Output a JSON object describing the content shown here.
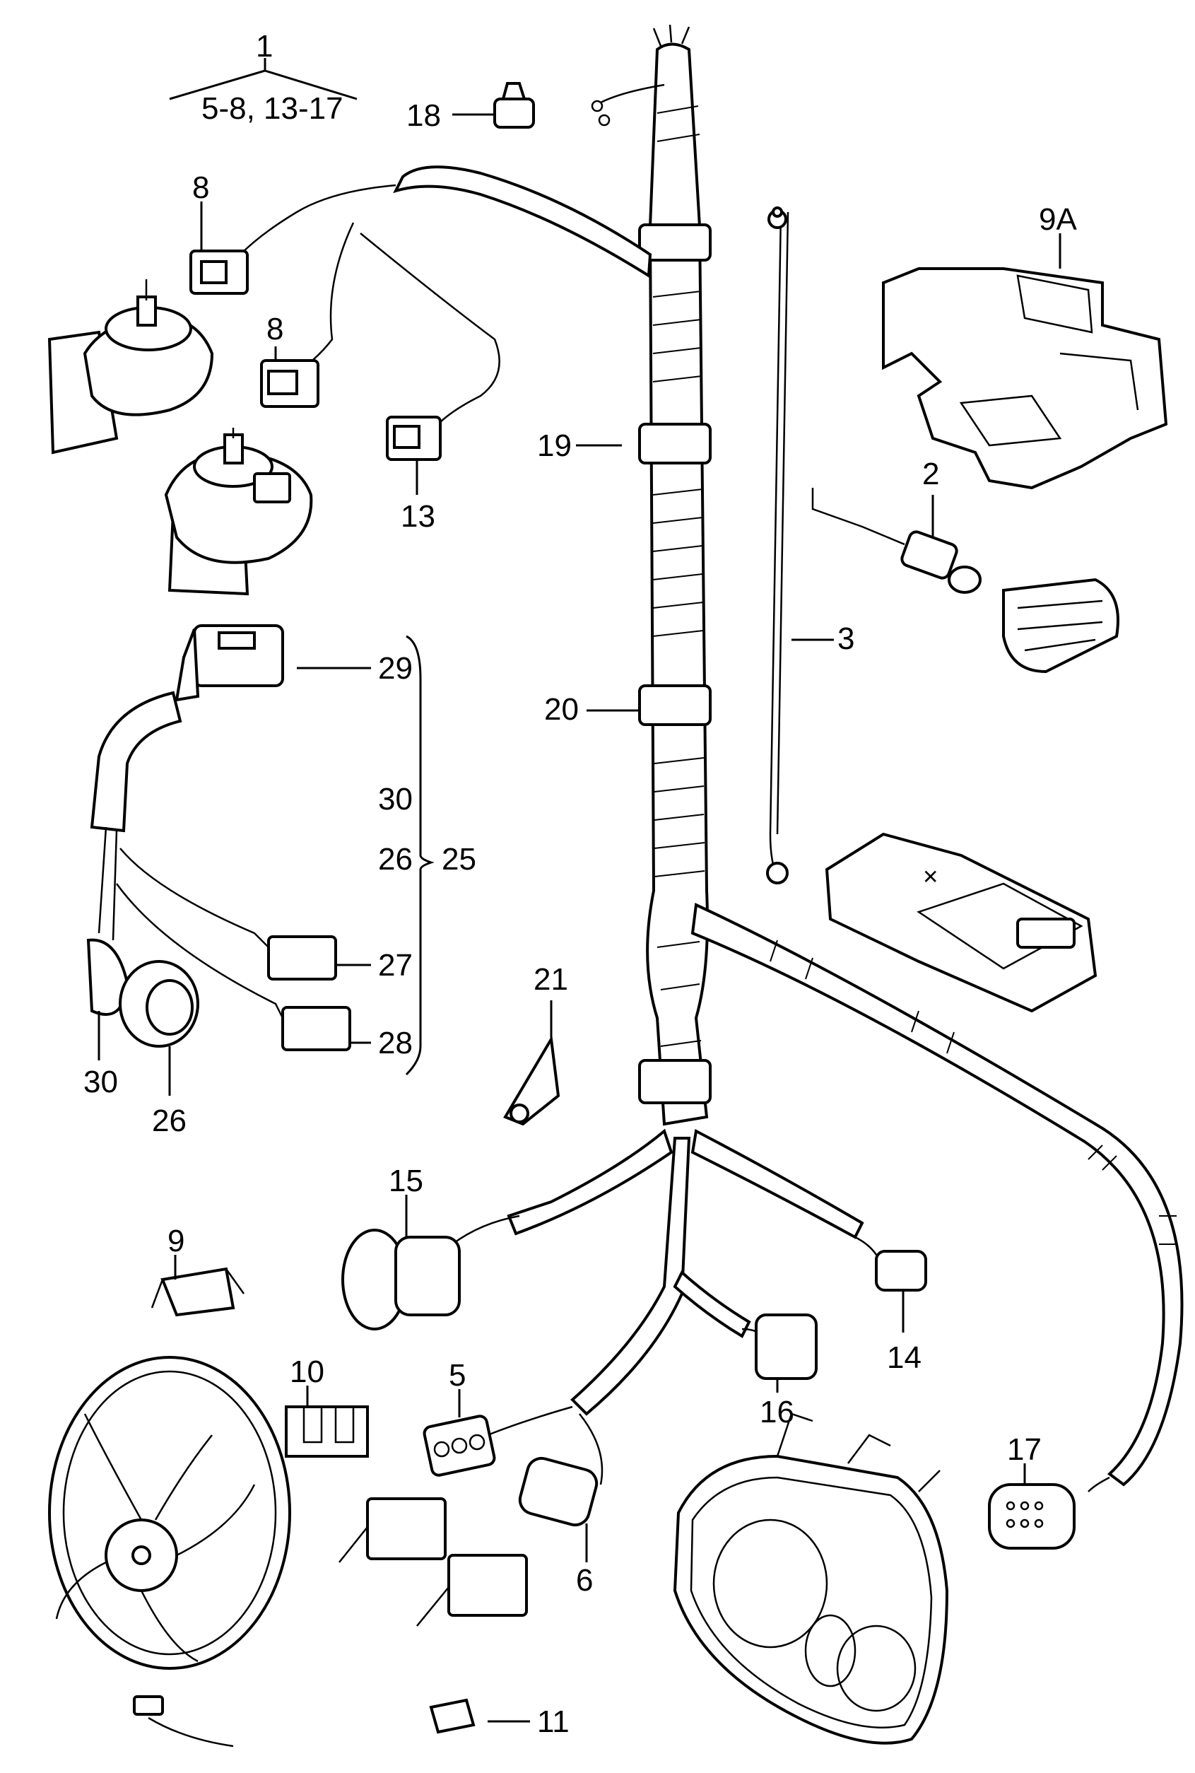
{
  "callouts": {
    "c1": "1",
    "c1_range": "5-8, 13-17",
    "c2": "2",
    "c3": "3",
    "c5": "5",
    "c6": "6",
    "c8a": "8",
    "c8b": "8",
    "c9": "9",
    "c9A": "9A",
    "c10": "10",
    "c11": "11",
    "c13": "13",
    "c14": "14",
    "c15": "15",
    "c16": "16",
    "c17": "17",
    "c18": "18",
    "c19": "19",
    "c20": "20",
    "c21": "21",
    "c25": "25",
    "c26a": "26",
    "c26b": "26",
    "c27": "27",
    "c28": "28",
    "c29": "29",
    "c30a": "30",
    "c30b": "30"
  },
  "parts": [
    "main-wiring-harness",
    "horn-upper",
    "horn-lower",
    "headlight-housing",
    "radiator-fan",
    "relay-module",
    "bracket-9A",
    "side-marker-light",
    "ground-cable",
    "harness-25"
  ]
}
